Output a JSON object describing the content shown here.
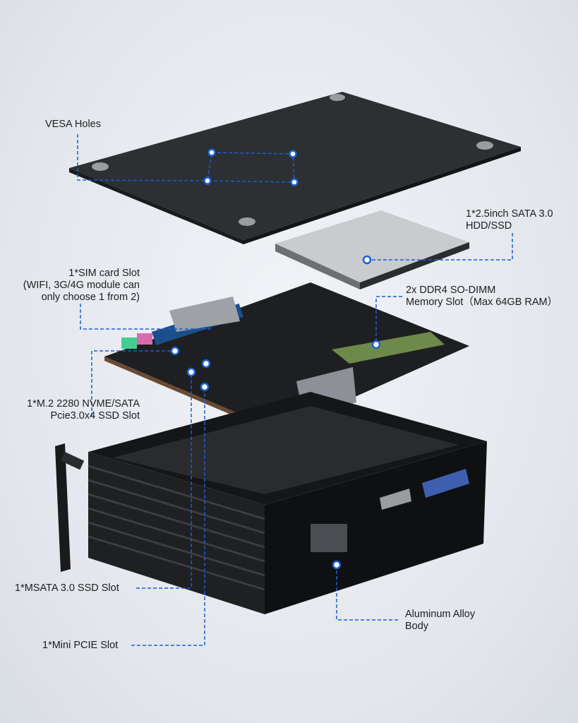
{
  "callouts": {
    "vesa": "VESA Holes",
    "hdd_line1": "1*2.5inch SATA 3.0",
    "hdd_line2": "HDD/SSD",
    "sim_line1": "1*SIM card Slot",
    "sim_line2": "(WIFI, 3G/4G module can",
    "sim_line3": "only choose 1 from 2)",
    "ddr_line1": "2x DDR4 SO-DIMM",
    "ddr_line2": "Memory Slot（Max 64GB RAM）",
    "m2_line1": "1*M.2 2280 NVME/SATA",
    "m2_line2": "Pcie3.0x4 SSD Slot",
    "msata": "1*MSATA 3.0 SSD Slot",
    "minipcie": "1*Mini PCIE Slot",
    "alu_line1": "Aluminum Alloy",
    "alu_line2": "Body"
  },
  "colors": {
    "leader": "#1a5fd0",
    "background": "#e6e9ee"
  }
}
